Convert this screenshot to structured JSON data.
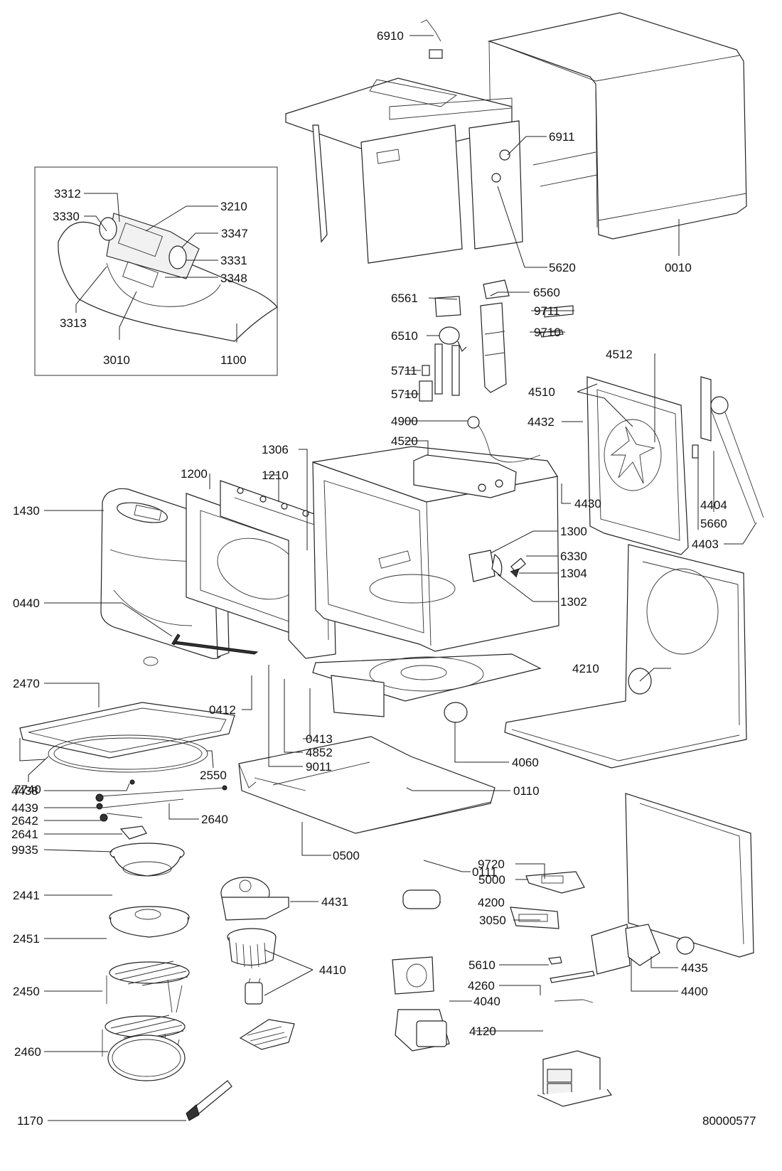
{
  "diagram": {
    "title": "Microwave oven exploded parts diagram",
    "drawing_number": "80000577",
    "colors": {
      "line": "#222222",
      "background": "#ffffff",
      "text": "#111111"
    },
    "labels": {
      "p6910": "6910",
      "p6911": "6911",
      "p5620": "5620",
      "p0010": "0010",
      "p3312": "3312",
      "p3210": "3210",
      "p3330": "3330",
      "p3347": "3347",
      "p3331": "3331",
      "p3348": "3348",
      "p3313": "3313",
      "p3010": "3010",
      "p1100": "1100",
      "p6561": "6561",
      "p6560": "6560",
      "p9711": "9711",
      "p9710": "9710",
      "p6510": "6510",
      "p4512": "4512",
      "p5711": "5711",
      "p5710": "5710",
      "p4510": "4510",
      "p4900": "4900",
      "p4432": "4432",
      "p4520": "4520",
      "p1306": "1306",
      "p1200": "1200",
      "p1210": "1210",
      "p4430": "4430",
      "p4404": "4404",
      "p5660": "5660",
      "p4403": "4403",
      "p1430": "1430",
      "p1300": "1300",
      "p6330": "6330",
      "p1304": "1304",
      "p1302": "1302",
      "p0440": "0440",
      "p2470": "2470",
      "p4210": "4210",
      "p0412": "0412",
      "p0413": "0413",
      "p4852": "4852",
      "p9011": "9011",
      "p4060": "4060",
      "p7740": "7740",
      "p2550": "2550",
      "p4438": "4438",
      "p0110": "0110",
      "p4439": "4439",
      "p2642": "2642",
      "p2640": "2640",
      "p2641": "2641",
      "p9935": "9935",
      "p0500": "0500",
      "p0111": "0111",
      "p9720": "9720",
      "p5000": "5000",
      "p2441": "2441",
      "p4431": "4431",
      "p4200": "4200",
      "p3050": "3050",
      "p2451": "2451",
      "p4410": "4410",
      "p4435": "4435",
      "p2450": "2450",
      "p5610": "5610",
      "p4400": "4400",
      "p4260": "4260",
      "p4040": "4040",
      "p4120": "4120",
      "p2460": "2460",
      "p1170": "1170"
    }
  }
}
